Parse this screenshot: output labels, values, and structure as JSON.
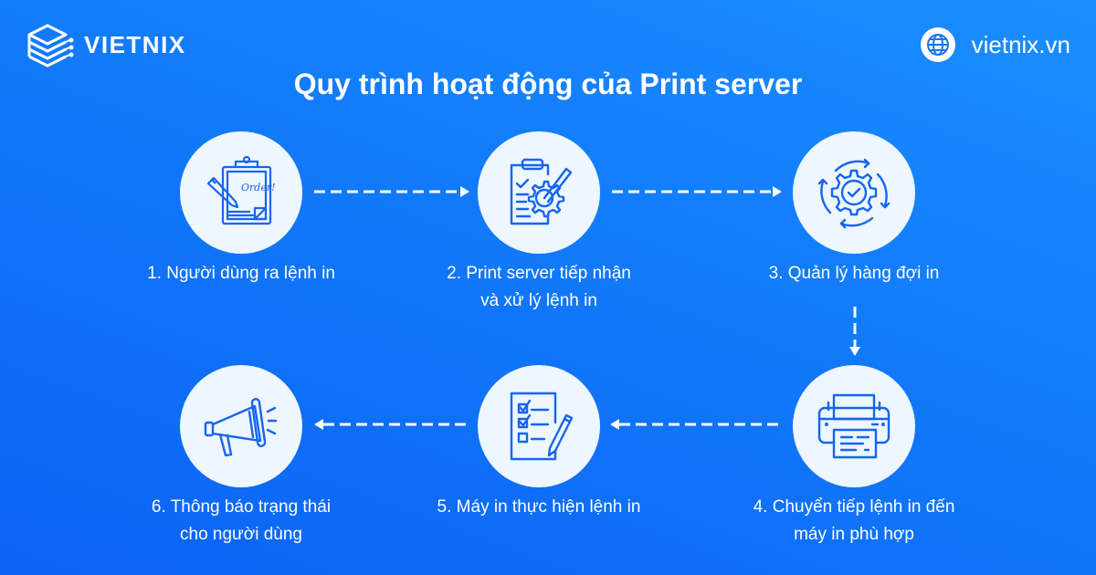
{
  "header": {
    "brand": "VIETNIX",
    "website": "vietnix.vn",
    "title": "Quy trình hoạt động của Print server"
  },
  "colors": {
    "background_top": "#1b8eff",
    "background_bottom": "#0b62f4",
    "circle_fill": "#eef6ff",
    "icon_stroke": "#1565f0",
    "text": "#ffffff"
  },
  "steps": [
    {
      "number": 1,
      "line1": "1. Người dùng ra lệnh in",
      "line2": "",
      "icon": "clipboard-order-icon"
    },
    {
      "number": 2,
      "line1": "2. Print server tiếp nhận",
      "line2": "và xử lý lệnh in",
      "icon": "clipboard-gear-icon"
    },
    {
      "number": 3,
      "line1": "3. Quản lý hàng đợi in",
      "line2": "",
      "icon": "gear-cycle-check-icon"
    },
    {
      "number": 4,
      "line1": "4. Chuyển tiếp lệnh in đến",
      "line2": "máy in phù hợp",
      "icon": "printer-icon"
    },
    {
      "number": 5,
      "line1": "5. Máy in thực hiện lệnh in",
      "line2": "",
      "icon": "checklist-icon"
    },
    {
      "number": 6,
      "line1": "6. Thông báo trạng thái",
      "line2": "cho người dùng",
      "icon": "megaphone-icon"
    }
  ],
  "icon_text": {
    "order": "Order!"
  }
}
